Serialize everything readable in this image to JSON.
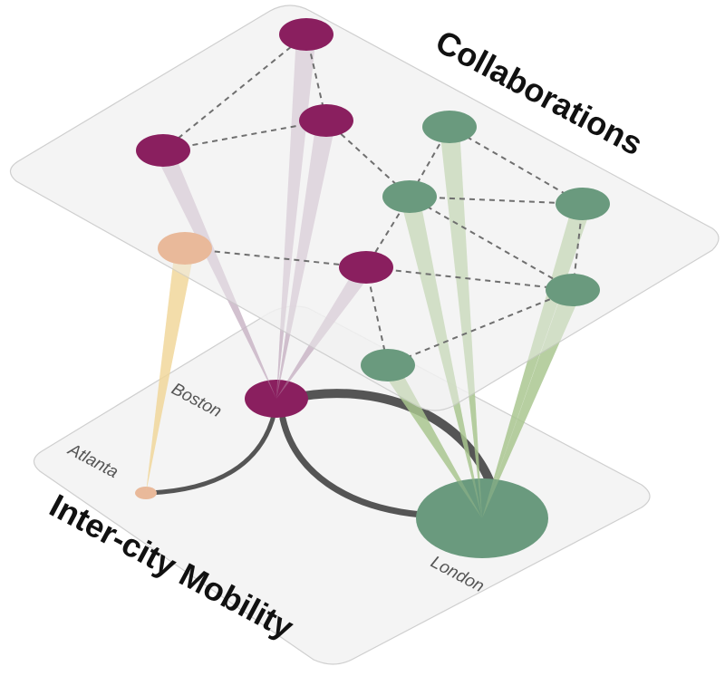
{
  "layers": {
    "top_title": "Collaborations",
    "bottom_title": "Inter-city Mobility"
  },
  "cities": {
    "boston": "Boston",
    "atlanta": "Atlanta",
    "london": "London"
  },
  "colors": {
    "boston": "#8a1f5f",
    "atlanta": "#e9b99a",
    "london": "#6a9a7e",
    "boston_beam": "#c9b5c7",
    "atlanta_beam": "#f0d79a",
    "london_beam": "#a9c78f",
    "flow": "#555555",
    "plane": "#f2f2f2",
    "dashed_edge": "#6f6f6f"
  },
  "collaboration_nodes": [
    {
      "id": "b1",
      "city": "boston"
    },
    {
      "id": "b2",
      "city": "boston"
    },
    {
      "id": "b3",
      "city": "boston"
    },
    {
      "id": "b4",
      "city": "boston"
    },
    {
      "id": "a1",
      "city": "atlanta"
    },
    {
      "id": "l1",
      "city": "london"
    },
    {
      "id": "l2",
      "city": "london"
    },
    {
      "id": "l3",
      "city": "london"
    },
    {
      "id": "l4",
      "city": "london"
    },
    {
      "id": "l5",
      "city": "london"
    }
  ],
  "collaboration_edges": [
    [
      "b1",
      "b2"
    ],
    [
      "b1",
      "b3"
    ],
    [
      "b2",
      "b3"
    ],
    [
      "b3",
      "l2"
    ],
    [
      "l1",
      "l2"
    ],
    [
      "l1",
      "l3"
    ],
    [
      "l2",
      "l3"
    ],
    [
      "l2",
      "b4"
    ],
    [
      "l2",
      "l4"
    ],
    [
      "l3",
      "l4"
    ],
    [
      "a1",
      "b4"
    ],
    [
      "b4",
      "l4"
    ],
    [
      "b4",
      "l5"
    ],
    [
      "l5",
      "l4"
    ]
  ],
  "mobility_flows": [
    [
      "atlanta",
      "boston"
    ],
    [
      "boston",
      "london"
    ],
    [
      "london",
      "boston"
    ]
  ]
}
